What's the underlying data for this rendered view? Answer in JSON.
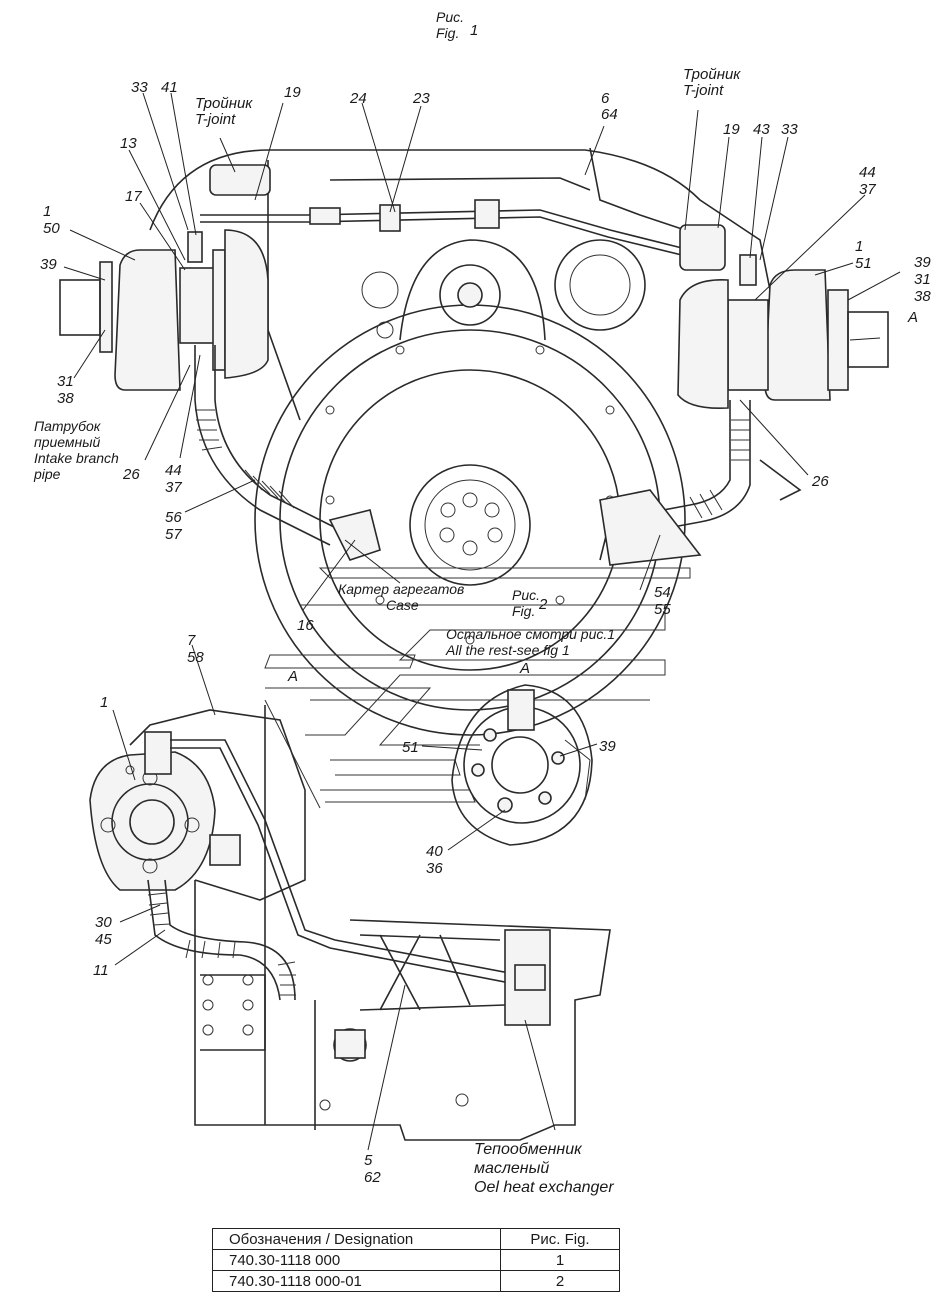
{
  "fig1": {
    "caption_ru": "Рис.",
    "caption_en": "Fig.",
    "number": "1"
  },
  "fig2": {
    "caption_ru": "Рис.",
    "caption_en": "Fig.",
    "number": "2"
  },
  "callouts": {
    "c33a": "33",
    "c41": "41",
    "c19a": "19",
    "c24": "24",
    "c23": "23",
    "c6_64": "6\n64",
    "c19b": "19",
    "c43": "43",
    "c33b": "33",
    "c44_37a": "44\n37",
    "c13": "13",
    "c17": "17",
    "c1_50": "1\n50",
    "c39a": "39",
    "c1_51": "1\n51",
    "c39_31_38": "39\n31\n38",
    "c31_38": "31\n38",
    "c26a": "26",
    "c44_37b": "44\n37",
    "c26b": "26",
    "c56_57": "56\n57",
    "c54_55": "54\n55",
    "c16": "16",
    "c7_58": "7\n58",
    "c1b": "1",
    "c51": "51",
    "c39b": "39",
    "c40_36": "40\n36",
    "c30_45": "30\n45",
    "c11": "11",
    "c5_62": "5\n62",
    "viewA_arrow": "A",
    "viewA_fig2": "A",
    "viewA_detail": "A"
  },
  "notes": {
    "tjoint_left": {
      "ru": "Тройник",
      "en": "T-joint"
    },
    "tjoint_right": {
      "ru": "Тройник",
      "en": "T-joint"
    },
    "intake": {
      "ru1": "Патрубок",
      "ru2": "приемный",
      "en1": "Intake branch",
      "en2": "pipe"
    },
    "case": {
      "ru": "Картер агрегатов",
      "en": "Case"
    },
    "rest": {
      "ru": "Остальное смотри рис.1",
      "en": "All the rest-see fig 1"
    },
    "oil_hx": {
      "ru1": "Тепообменник",
      "ru2": "масленый",
      "en": "Oel heat exchanger"
    }
  },
  "legend": {
    "header": [
      "Обозначения / Designation",
      "Рис. Fig."
    ],
    "rows": [
      [
        "740.30-1118 000",
        "1"
      ],
      [
        "740.30-1118 000-01",
        "2"
      ]
    ]
  }
}
